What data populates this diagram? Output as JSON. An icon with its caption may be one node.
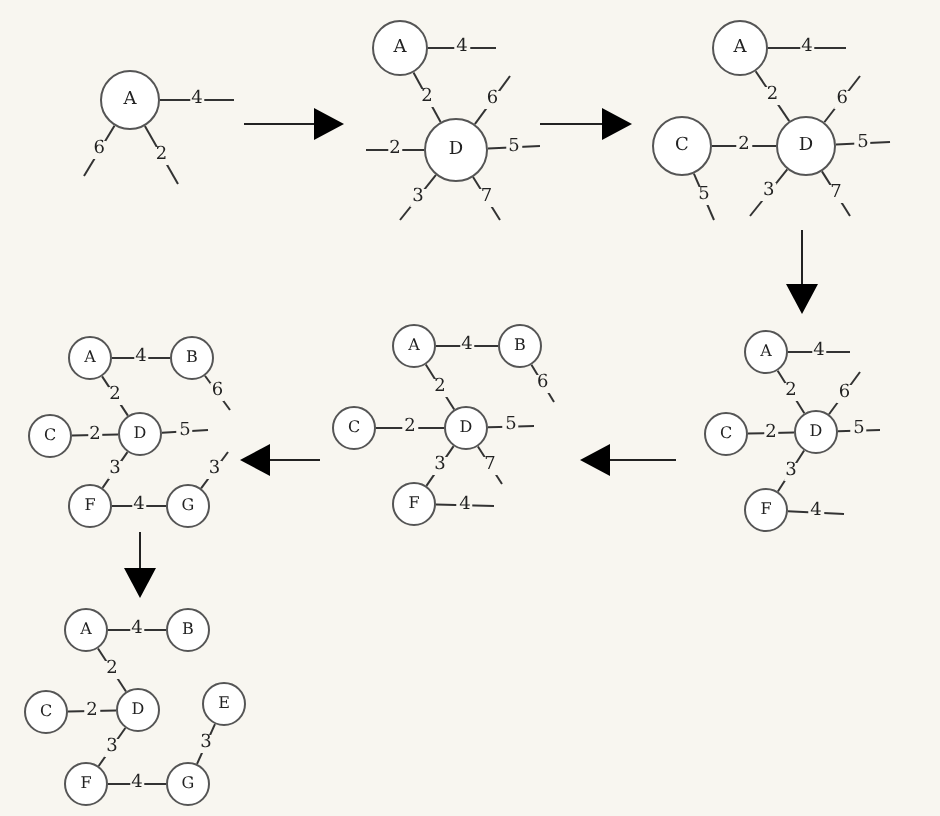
{
  "diagram": {
    "nodes": [
      {
        "text": [
          "A"
        ]
      },
      {
        "text": [
          "A"
        ]
      },
      {
        "text": [
          "D"
        ]
      },
      {
        "text": [
          "A"
        ]
      },
      {
        "text": [
          "C"
        ]
      },
      {
        "text": [
          "D"
        ]
      },
      {
        "text": [
          "A"
        ]
      },
      {
        "text": [
          "C"
        ]
      },
      {
        "text": [
          "D"
        ]
      },
      {
        "text": [
          "F"
        ]
      },
      {
        "text": [
          "A"
        ]
      },
      {
        "text": [
          "B"
        ]
      },
      {
        "text": [
          "C"
        ]
      },
      {
        "text": [
          "D"
        ]
      },
      {
        "text": [
          "F"
        ]
      },
      {
        "text": [
          "A"
        ]
      },
      {
        "text": [
          "B"
        ]
      },
      {
        "text": [
          "C"
        ]
      },
      {
        "text": [
          "D"
        ]
      },
      {
        "text": [
          "F"
        ]
      },
      {
        "text": [
          "G"
        ]
      },
      {
        "text": [
          "A"
        ]
      },
      {
        "text": [
          "B"
        ]
      },
      {
        "text": [
          "C"
        ]
      },
      {
        "text": [
          "D"
        ]
      },
      {
        "text": [
          "E"
        ]
      },
      {
        "text": [
          "F"
        ]
      },
      {
        "text": [
          "G"
        ]
      }
    ],
    "edges": [
      {
        "from": 0,
        "to": null,
        "arrow": "none",
        "label": "6"
      },
      {
        "from": 0,
        "to": null,
        "arrow": "none",
        "label": "2"
      },
      {
        "from": 0,
        "to": null,
        "arrow": "none",
        "label": "4"
      },
      {
        "from": 1,
        "to": null,
        "arrow": "none",
        "label": "4"
      },
      {
        "from": 1,
        "to": 2,
        "arrow": "none",
        "label": "2"
      },
      {
        "from": 2,
        "to": null,
        "arrow": "none",
        "label": "2"
      },
      {
        "from": 2,
        "to": null,
        "arrow": "none",
        "label": "6"
      },
      {
        "from": 2,
        "to": null,
        "arrow": "none",
        "label": "5"
      },
      {
        "from": 2,
        "to": null,
        "arrow": "none",
        "label": "3"
      },
      {
        "from": 2,
        "to": null,
        "arrow": "none",
        "label": "7"
      },
      {
        "from": 3,
        "to": null,
        "arrow": "none",
        "label": "4"
      },
      {
        "from": 3,
        "to": 5,
        "arrow": "none",
        "label": "2"
      },
      {
        "from": 4,
        "to": 5,
        "arrow": "none",
        "label": "2"
      },
      {
        "from": 4,
        "to": null,
        "arrow": "none",
        "label": "5"
      },
      {
        "from": 5,
        "to": null,
        "arrow": "none",
        "label": "6"
      },
      {
        "from": 5,
        "to": null,
        "arrow": "none",
        "label": "5"
      },
      {
        "from": 5,
        "to": null,
        "arrow": "none",
        "label": "3"
      },
      {
        "from": 5,
        "to": null,
        "arrow": "none",
        "label": "7"
      },
      {
        "from": 6,
        "to": null,
        "arrow": "none",
        "label": "4"
      },
      {
        "from": 6,
        "to": 8,
        "arrow": "none",
        "label": "2"
      },
      {
        "from": 7,
        "to": 8,
        "arrow": "none",
        "label": "2"
      },
      {
        "from": 8,
        "to": null,
        "arrow": "none",
        "label": "6"
      },
      {
        "from": 8,
        "to": null,
        "arrow": "none",
        "label": "5"
      },
      {
        "from": 8,
        "to": 9,
        "arrow": "none",
        "label": "3"
      },
      {
        "from": 9,
        "to": null,
        "arrow": "none",
        "label": "4"
      },
      {
        "from": 10,
        "to": 11,
        "arrow": "none",
        "label": "4"
      },
      {
        "from": 10,
        "to": 13,
        "arrow": "none",
        "label": "2"
      },
      {
        "from": 11,
        "to": null,
        "arrow": "none",
        "label": "6"
      },
      {
        "from": 12,
        "to": 13,
        "arrow": "none",
        "label": "2"
      },
      {
        "from": 13,
        "to": null,
        "arrow": "none",
        "label": "5"
      },
      {
        "from": 13,
        "to": 14,
        "arrow": "none",
        "label": "3"
      },
      {
        "from": 13,
        "to": null,
        "arrow": "none",
        "label": "7"
      },
      {
        "from": 14,
        "to": null,
        "arrow": "none",
        "label": "4"
      },
      {
        "from": 15,
        "to": 16,
        "arrow": "none",
        "label": "4"
      },
      {
        "from": 15,
        "to": 18,
        "arrow": "none",
        "label": "2"
      },
      {
        "from": 16,
        "to": null,
        "arrow": "none",
        "label": "6"
      },
      {
        "from": 17,
        "to": 18,
        "arrow": "none",
        "label": "2"
      },
      {
        "from": 18,
        "to": null,
        "arrow": "none",
        "label": "5"
      },
      {
        "from": 18,
        "to": 19,
        "arrow": "none",
        "label": "3"
      },
      {
        "from": 19,
        "to": 20,
        "arrow": "none",
        "label": "4"
      },
      {
        "from": 20,
        "to": null,
        "arrow": "none",
        "label": "3"
      },
      {
        "from": 21,
        "to": 22,
        "arrow": "none",
        "label": "4"
      },
      {
        "from": 21,
        "to": 24,
        "arrow": "none",
        "label": "2"
      },
      {
        "from": 23,
        "to": 24,
        "arrow": "none",
        "label": "2"
      },
      {
        "from": 24,
        "to": 26,
        "arrow": "none",
        "label": "3"
      },
      {
        "from": 26,
        "to": 27,
        "arrow": "none",
        "label": "4"
      },
      {
        "from": 27,
        "to": 25,
        "arrow": "none",
        "label": "3"
      }
    ]
  }
}
